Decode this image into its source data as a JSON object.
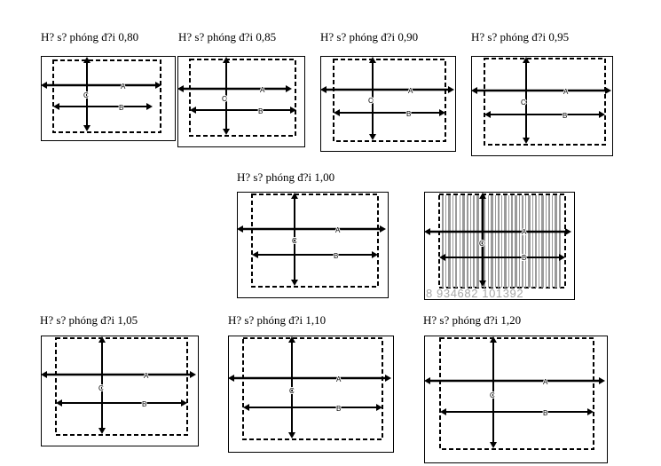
{
  "panels": [
    {
      "title": "H? s? phóng đ?i 0,80",
      "labels": {
        "a": "A",
        "b": "B",
        "c": "C"
      }
    },
    {
      "title": "H? s? phóng đ?i 0,85",
      "labels": {
        "a": "A",
        "b": "B",
        "c": "C"
      }
    },
    {
      "title": "H? s? phóng đ?i 0,90",
      "labels": {
        "a": "A",
        "b": "B",
        "c": "C"
      }
    },
    {
      "title": "H? s? phóng đ?i 0,95",
      "labels": {
        "a": "A",
        "b": "B",
        "c": "C"
      }
    },
    {
      "title": "H? s? phóng đ?i 1,00",
      "labels": {
        "a": "A",
        "b": "B",
        "c": "C"
      }
    },
    {
      "title": "",
      "labels": {
        "a": "A",
        "b": "B",
        "c": "C"
      },
      "digits": "8 934682 101392"
    },
    {
      "title": "H? s? phóng đ?i 1,05",
      "labels": {
        "a": "A",
        "b": "B",
        "c": "C"
      }
    },
    {
      "title": "H? s? phóng đ?i 1,10",
      "labels": {
        "a": "A",
        "b": "B",
        "c": "C"
      }
    },
    {
      "title": "H? s? phóng đ?i 1,20",
      "labels": {
        "a": "A",
        "b": "B",
        "c": "C"
      }
    }
  ]
}
